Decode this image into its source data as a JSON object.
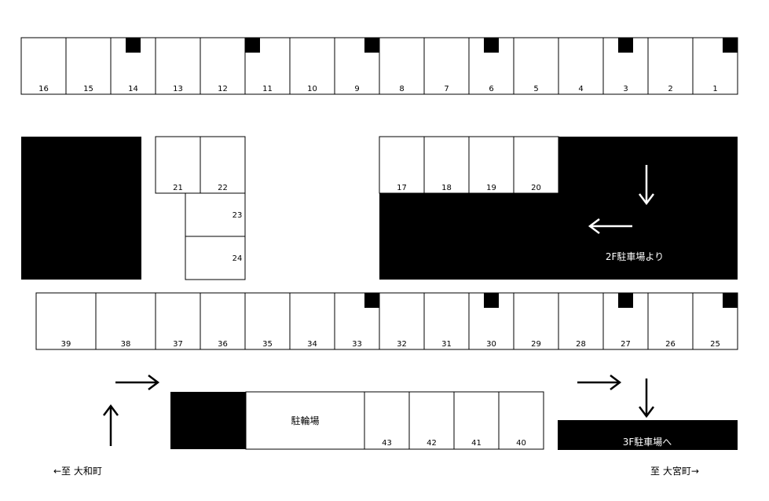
{
  "stalls": {
    "row_top": [
      "16",
      "15",
      "14",
      "13",
      "12",
      "11",
      "10",
      "9",
      "8",
      "7",
      "6",
      "5",
      "4",
      "3",
      "2",
      "1"
    ],
    "row_top_marked": [
      "14",
      "11",
      "9",
      "6",
      "3",
      "1"
    ],
    "middle_left": [
      "21",
      "22",
      "23",
      "24"
    ],
    "middle_right": [
      "17",
      "18",
      "19",
      "20"
    ],
    "row_bottom": [
      "39",
      "38",
      "37",
      "36",
      "35",
      "34",
      "33",
      "32",
      "31",
      "30",
      "29",
      "28",
      "27",
      "26",
      "25"
    ],
    "row_bottom_marked": [
      "33",
      "30",
      "27",
      "25"
    ],
    "lower": [
      "43",
      "42",
      "41",
      "40"
    ]
  },
  "labels": {
    "bicycle_parking": "駐輪場",
    "from_2f": "2F駐車場より",
    "to_3f": "3F駐車場へ",
    "to_yamato": "←至 大和町",
    "to_omiya": "至 大宮町→"
  },
  "colors": {
    "block": "#000000",
    "background": "#ffffff"
  }
}
